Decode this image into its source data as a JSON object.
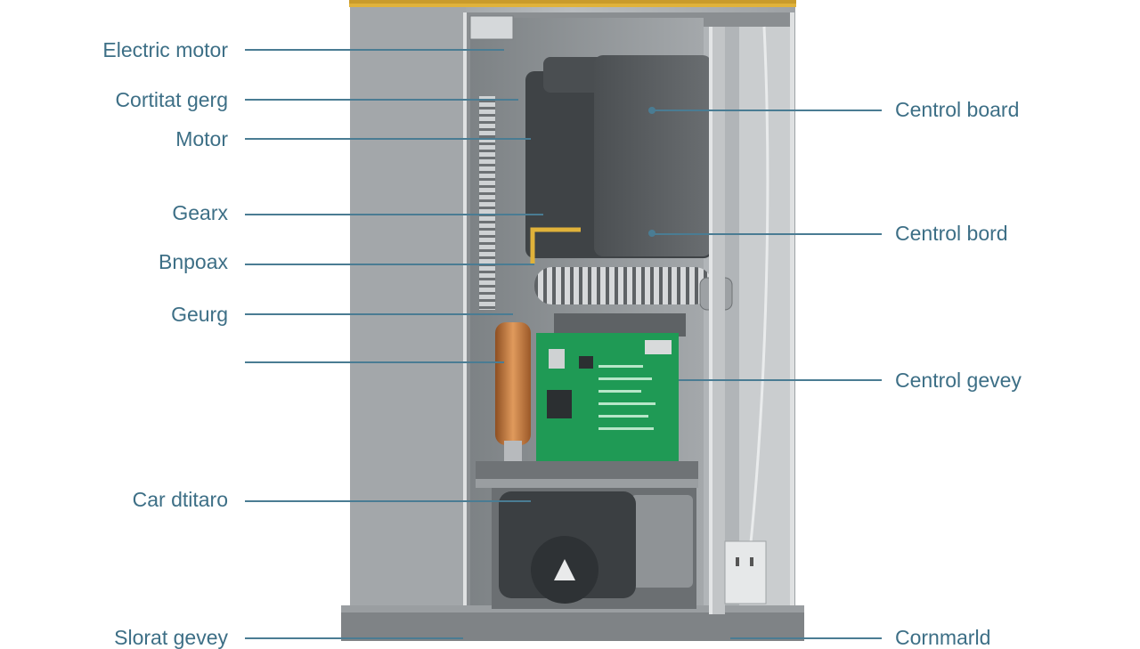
{
  "diagram": {
    "colors": {
      "label_text": "#3d6f86",
      "leader_line": "#4a7c93",
      "cabinet": "#a9adb0",
      "cabinet_dark": "#6b7073",
      "top_accent": "#e0b23a",
      "pcb_green": "#1f9a55",
      "coil_copper": "#c87a3f",
      "box_dark": "#5a5e61"
    },
    "labels_left": [
      {
        "text": "Electric motor"
      },
      {
        "text": "Cortitat gerg"
      },
      {
        "text": "Motor"
      },
      {
        "text": "Gearx"
      },
      {
        "text": "Bnpoax"
      },
      {
        "text": "Geurg"
      },
      {
        "text": ""
      },
      {
        "text": "Car dtitaro"
      },
      {
        "text": "Slorat gevey"
      }
    ],
    "labels_right": [
      {
        "text": "Centrol board"
      },
      {
        "text": "Centrol bord"
      },
      {
        "text": "Centrol gevey"
      },
      {
        "text": "Cornmarld"
      }
    ]
  }
}
